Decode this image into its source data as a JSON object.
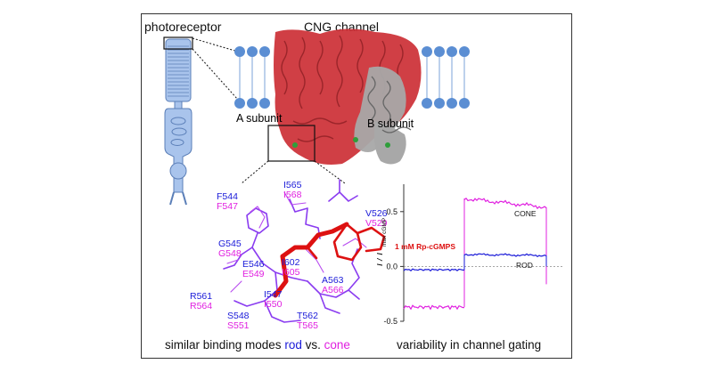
{
  "labels": {
    "photoreceptor": "photoreceptor",
    "cng_channel": "CNG channel",
    "a_subunit": "A subunit",
    "b_subunit": "B subunit",
    "drug": "1 mM Rp-cGMPS",
    "cone": "CONE",
    "rod": "ROD"
  },
  "captions": {
    "left_prefix": "similar binding modes",
    "left_rod": "rod",
    "left_vs": "vs.",
    "left_cone": "cone",
    "right": "variability in channel gating"
  },
  "residues": [
    {
      "rod": "F544",
      "cone": "F547"
    },
    {
      "rod": "I565",
      "cone": "I568"
    },
    {
      "rod": "V526",
      "cone": "V529"
    },
    {
      "rod": "G545",
      "cone": "G548"
    },
    {
      "rod": "E546",
      "cone": "E549"
    },
    {
      "rod": "I602",
      "cone": "I605"
    },
    {
      "rod": "A563",
      "cone": "A566"
    },
    {
      "rod": "R561",
      "cone": "R564"
    },
    {
      "rod": "I547",
      "cone": "I550"
    },
    {
      "rod": "S548",
      "cone": "S551"
    },
    {
      "rod": "T562",
      "cone": "T565"
    }
  ],
  "colors": {
    "rod": "#1a1ad8",
    "cone": "#e020e0",
    "a_subunit": "#cc2f35",
    "b_subunit": "#666666",
    "drug": "#dd1111",
    "membrane": "#5b8ed3",
    "photoreceptor": "#a9c4ec"
  },
  "chart_data": {
    "type": "line",
    "title": "",
    "xlabel": "",
    "ylabel_main": "I / I",
    "ylabel_sub": "max cGMP",
    "ylim": [
      -0.5,
      0.75
    ],
    "yticks": [
      -0.5,
      0.0,
      0.5
    ],
    "ytick_labels": [
      "-0.5",
      "0.0",
      "0.5"
    ],
    "grid": false,
    "reference_line": 0,
    "series": [
      {
        "name": "CONE",
        "before": -0.37,
        "after_start": 0.62,
        "after_end": 0.54
      },
      {
        "name": "ROD",
        "before": -0.03,
        "after_start": 0.11,
        "after_end": 0.1
      }
    ]
  }
}
